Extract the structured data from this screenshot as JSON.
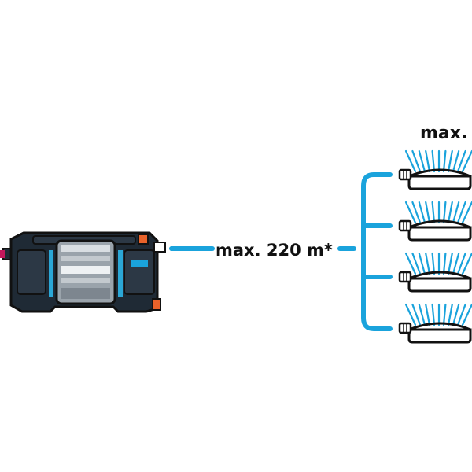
{
  "labels": {
    "distance": "max. 220 m*",
    "count": "max."
  },
  "colors": {
    "line": "#1aa3dc",
    "pump_body": "#1f2a35",
    "pump_accent": "#2ba7d6",
    "chrome": "#9aa3ab",
    "orange": "#e8622a",
    "outline": "#111111",
    "water": "#1aa3dc"
  },
  "icons": {
    "pump": "garden-pump-icon",
    "sprinkler": "oscillating-sprinkler-icon"
  },
  "sprinkler_count": 4
}
